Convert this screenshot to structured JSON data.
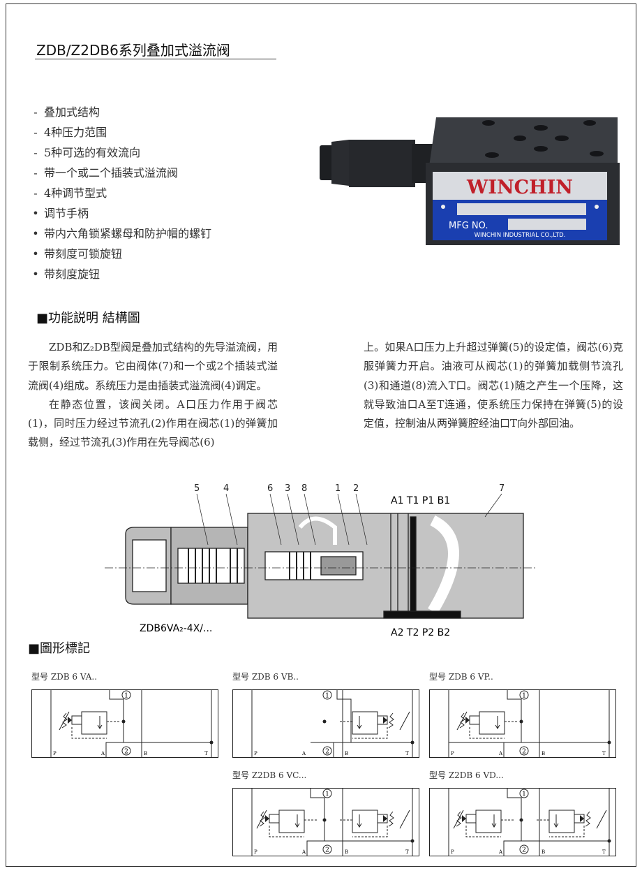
{
  "title": "ZDB/Z2DB6系列叠加式溢流阀",
  "features": [
    {
      "marker": "-",
      "text": "叠加式结构"
    },
    {
      "marker": "-",
      "text": "4种压力范围"
    },
    {
      "marker": "-",
      "text": "5种可选的有效流向"
    },
    {
      "marker": "-",
      "text": "带一个或二个插装式溢流阀"
    },
    {
      "marker": "-",
      "text": "4种调节型式"
    },
    {
      "marker": "•",
      "text": "调节手柄"
    },
    {
      "marker": "•",
      "text": "带内六角锁紧螺母和防护帽的螺钉"
    },
    {
      "marker": "•",
      "text": "带刻度可锁旋钮"
    },
    {
      "marker": "•",
      "text": "带刻度旋钮"
    }
  ],
  "product_photo": {
    "brand": "WINCHIN",
    "plate_label": "MFG NO.",
    "company": "WINCHIN INDUSTRIAL CO.,LTD.",
    "brand_color": "#c0202a",
    "plate_color": "#1a3fb0"
  },
  "section_function": "■功能説明  結構圖",
  "description_left": [
    "ZDB和Z₂DB型阀是叠加式结构的先导溢流阀，用于限制系统压力。它由阀体(7)和一个或2个插装式溢流阀(4)组成。系统压力是由插装式溢流阀(4)调定。",
    "在静态位置，该阀关闭。A口压力作用于阀芯(1)，同时压力经过节流孔(2)作用在阀芯(1)的弹簧加载侧，经过节流孔(3)作用在先导阀芯(6)"
  ],
  "description_right": "上。如果A口压力上升超过弹簧(5)的设定值，阀芯(6)克服弹簧力开启。油液可从阀芯(1)的弹簧加载侧节流孔(3)和通道(8)流入T口。阀芯(1)随之产生一个压降，这就导致油口A至T连通，使系统压力保持在弹簧(5)的设定值，控制油从两弹簧腔经油口T向外部回油。",
  "cross_section": {
    "part_numbers": [
      "5",
      "4",
      "6",
      "3",
      "8",
      "1",
      "2",
      "7"
    ],
    "ports_top": "A1 T1 P1 B1",
    "ports_bottom": "A2 T2 P2 B2",
    "model": "ZDB6VA₂-4X/..."
  },
  "section_symbols": "■圖形標記",
  "symbols": [
    {
      "label": "型号 ZDB 6 VA..",
      "variant": "VA"
    },
    {
      "label": "型号 ZDB 6 VB..",
      "variant": "VB"
    },
    {
      "label": "型号 ZDB 6 VP..",
      "variant": "VP"
    },
    {
      "label": "型号 Z2DB 6 VC...",
      "variant": "VC"
    },
    {
      "label": "型号 Z2DB 6 VD...",
      "variant": "VD"
    }
  ],
  "port_labels": [
    "P",
    "A",
    "B",
    "T"
  ],
  "circle_labels": [
    "1",
    "2"
  ]
}
